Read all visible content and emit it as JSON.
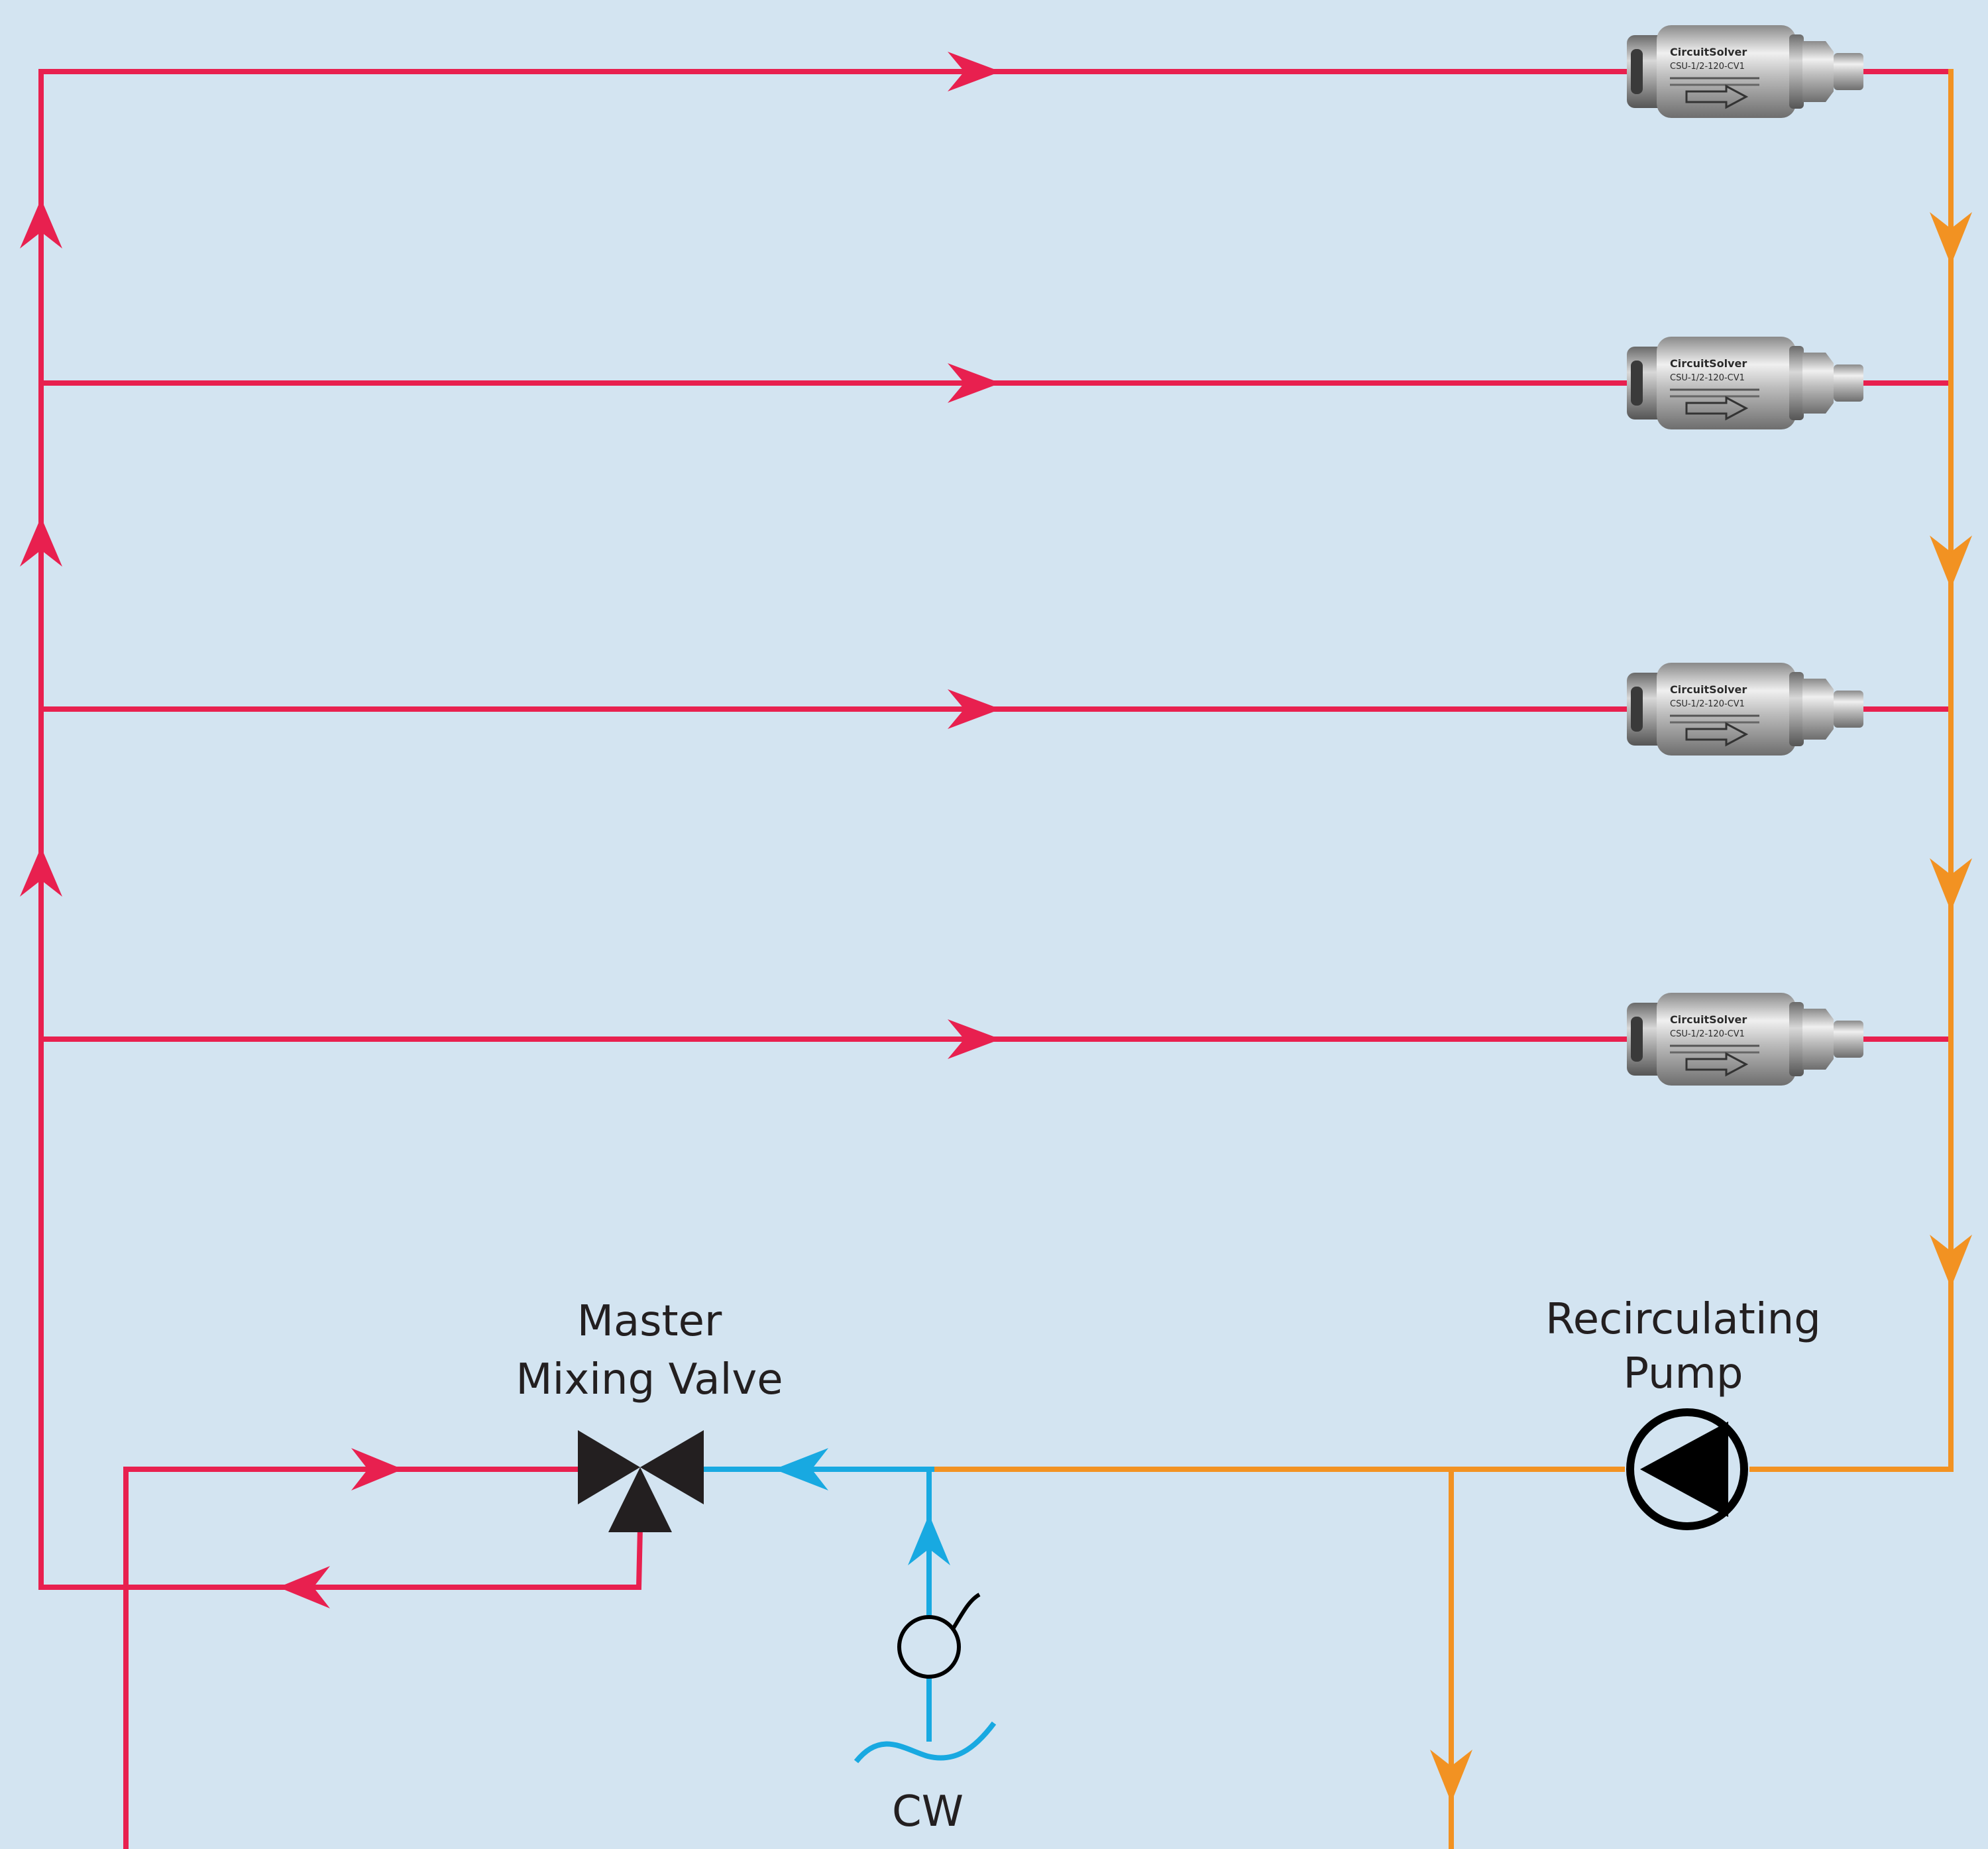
{
  "labels": {
    "master_mixing_valve": [
      "Master",
      "Mixing Valve"
    ],
    "recirculating_pump": [
      "Recirculating",
      "Pump"
    ],
    "cold_water": "CW"
  },
  "balancing_valves": [
    {
      "brand": "CircuitSolver",
      "model": "CSU-1/2-120-CV1"
    },
    {
      "brand": "CircuitSolver",
      "model": "CSU-1/2-120-CV1"
    },
    {
      "brand": "CircuitSolver",
      "model": "CSU-1/2-120-CV1"
    },
    {
      "brand": "CircuitSolver",
      "model": "CSU-1/2-120-CV1"
    }
  ],
  "colors": {
    "background": "#d3e4f1",
    "hot_supply": "#e8204f",
    "hot_return": "#f29222",
    "cold_water": "#18a9e1",
    "symbol": "#231f20"
  }
}
